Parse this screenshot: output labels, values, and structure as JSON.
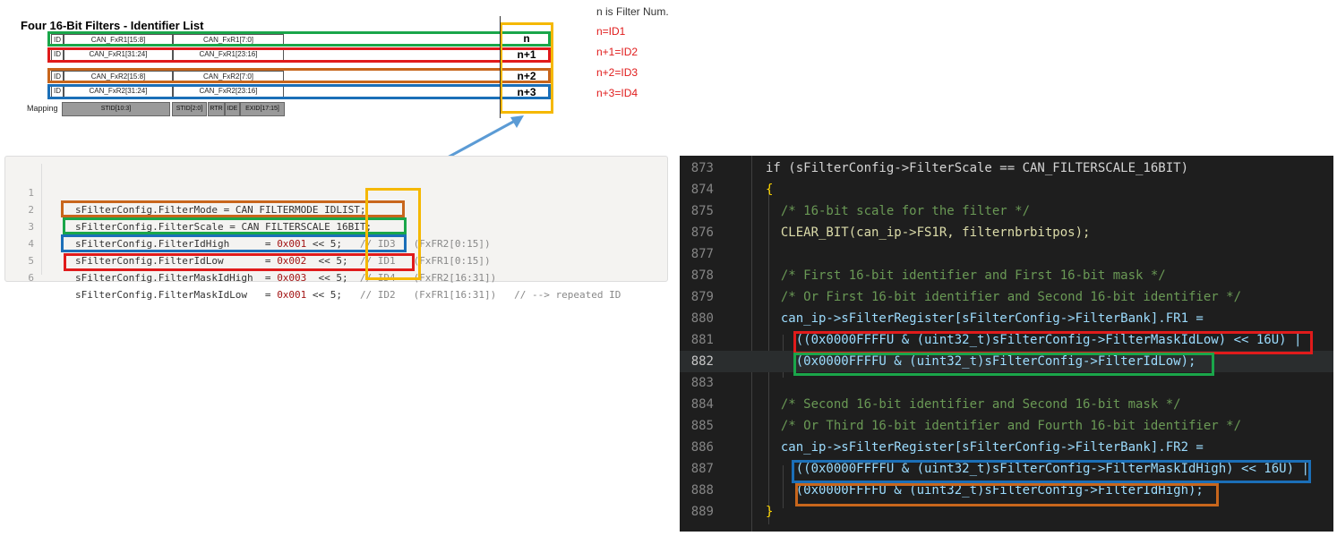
{
  "diagram": {
    "title": "Four 16-Bit Filters - Identifier List",
    "rows": [
      {
        "id": "ID",
        "left": "CAN_FxR1[15:8]",
        "right": "CAN_FxR1[7:0]",
        "n": "n",
        "color": "#1aa64a"
      },
      {
        "id": "ID",
        "left": "CAN_FxR1[31:24]",
        "right": "CAN_FxR1[23:16]",
        "n": "n+1",
        "color": "#e01b1b"
      },
      {
        "id": "ID",
        "left": "CAN_FxR2[15:8]",
        "right": "CAN_FxR2[7:0]",
        "n": "n+2",
        "color": "#c8661c"
      },
      {
        "id": "ID",
        "left": "CAN_FxR2[31:24]",
        "right": "CAN_FxR2[23:16]",
        "n": "n+3",
        "color": "#1b6fb8"
      }
    ],
    "mapping_label": "Mapping",
    "mapping": [
      "STID[10:3]",
      "STID[2:0]",
      "RTR",
      "IDE",
      "EXID[17:15]"
    ],
    "frame_color": "#f5b800",
    "arrow_color": "#5b9bd5"
  },
  "note": {
    "header": "n is Filter Num.",
    "items": [
      "n=ID1",
      "n+1=ID2",
      "n+2=ID3",
      "n+3=ID4"
    ],
    "color": "#e01b1b"
  },
  "left_code": [
    {
      "num": "1",
      "field": "sFilterConfig.FilterMode",
      "eq": " = ",
      "value": "CAN_FILTERMODE_IDLIST;",
      "hex": "",
      "shift": "",
      "tag": "",
      "reg": "",
      "extra": ""
    },
    {
      "num": "2",
      "field": "sFilterConfig.FilterScale",
      "eq": " = ",
      "value": "CAN_FILTERSCALE_16BIT;",
      "hex": "",
      "shift": "",
      "tag": "",
      "reg": "",
      "extra": ""
    },
    {
      "num": "3",
      "field": "sFilterConfig.FilterIdHigh     ",
      "eq": " = ",
      "value": "",
      "hex": "0x001",
      "shift": " << 5;",
      "tag": "// ID3",
      "reg": "(FxFR2[0:15])",
      "extra": ""
    },
    {
      "num": "4",
      "field": "sFilterConfig.FilterIdLow      ",
      "eq": " = ",
      "value": "",
      "hex": "0x002",
      "shift": "  << 5;",
      "tag": "// ID1",
      "reg": "(FxFR1[0:15])",
      "extra": ""
    },
    {
      "num": "5",
      "field": "sFilterConfig.FilterMaskIdHigh ",
      "eq": " = ",
      "value": "",
      "hex": "0x003",
      "shift": "  << 5;",
      "tag": "// ID4",
      "reg": "(FxFR2[16:31])",
      "extra": ""
    },
    {
      "num": "6",
      "field": "sFilterConfig.FilterMaskIdLow  ",
      "eq": " = ",
      "value": "",
      "hex": "0x001",
      "shift": " << 5;",
      "tag": "// ID2",
      "reg": "(FxFR1[16:31])",
      "extra": "// --> repeated ID"
    }
  ],
  "right_code": [
    {
      "num": "873",
      "text": "if (sFilterConfig->FilterScale == CAN_FILTERSCALE_16BIT)"
    },
    {
      "num": "874",
      "text": "{"
    },
    {
      "num": "875",
      "text": "  /* 16-bit scale for the filter */"
    },
    {
      "num": "876",
      "text": "  CLEAR_BIT(can_ip->FS1R, filternbrbitpos);"
    },
    {
      "num": "877",
      "text": ""
    },
    {
      "num": "878",
      "text": "  /* First 16-bit identifier and First 16-bit mask */"
    },
    {
      "num": "879",
      "text": "  /* Or First 16-bit identifier and Second 16-bit identifier */"
    },
    {
      "num": "880",
      "text": "  can_ip->sFilterRegister[sFilterConfig->FilterBank].FR1 ="
    },
    {
      "num": "881",
      "text": "    ((0x0000FFFFU & (uint32_t)sFilterConfig->FilterMaskIdLow) << 16U) |"
    },
    {
      "num": "882",
      "text": "    (0x0000FFFFU & (uint32_t)sFilterConfig->FilterIdLow);"
    },
    {
      "num": "883",
      "text": ""
    },
    {
      "num": "884",
      "text": "  /* Second 16-bit identifier and Second 16-bit mask */"
    },
    {
      "num": "885",
      "text": "  /* Or Third 16-bit identifier and Fourth 16-bit identifier */"
    },
    {
      "num": "886",
      "text": "  can_ip->sFilterRegister[sFilterConfig->FilterBank].FR2 ="
    },
    {
      "num": "887",
      "text": "    ((0x0000FFFFU & (uint32_t)sFilterConfig->FilterMaskIdHigh) << 16U) |"
    },
    {
      "num": "888",
      "text": "    (0x0000FFFFU & (uint32_t)sFilterConfig->FilterIdHigh);"
    },
    {
      "num": "889",
      "text": "}"
    }
  ],
  "colors": {
    "green": "#1aa64a",
    "red": "#e01b1b",
    "orange": "#c8661c",
    "blue": "#1b6fb8",
    "yellow": "#f5b800"
  }
}
